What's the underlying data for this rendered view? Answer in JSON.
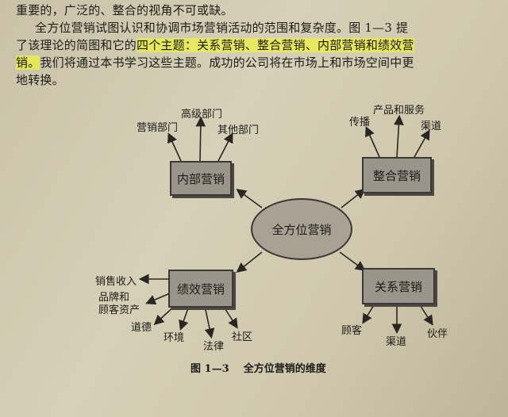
{
  "paragraph": {
    "line1": "重要的，广泛的、整合的视角不可或缺。",
    "line2": "全方位营销试图认识和协调市场营销活动的范围和复杂度。图 1—3 提",
    "line3_a": "了该理论的简图和它的",
    "line3_b": "四个主题：关系营销、整合营销、内部营销和绩效营",
    "line4_a": "销。",
    "line4_b": "我们将通过本书学习这些主题。成功的公司将在市场上和市场空间中更",
    "line5": "地转换。"
  },
  "diagram": {
    "center": "全方位营销",
    "internal": {
      "title": "内部营销",
      "items": [
        "营销部门",
        "高级部门",
        "其他部门"
      ]
    },
    "integrated": {
      "title": "整合营销",
      "items": [
        "传播",
        "产品和服务",
        "渠道"
      ]
    },
    "performance": {
      "title": "绩效营销",
      "items": [
        "销售收入",
        "品牌和\n顾客资产",
        "道德",
        "环境",
        "法律",
        "社区"
      ]
    },
    "relationship": {
      "title": "关系营销",
      "items": [
        "顾客",
        "渠道",
        "伙伴"
      ]
    },
    "caption": "图 1—3    全方位营销的维度"
  }
}
